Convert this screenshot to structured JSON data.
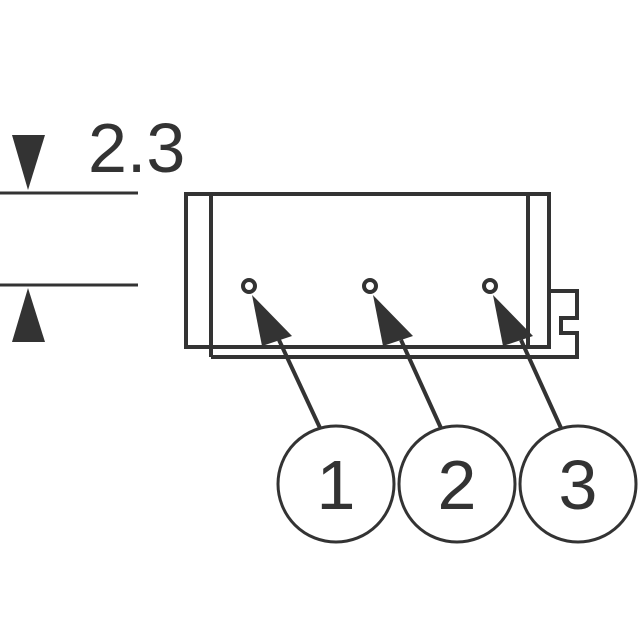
{
  "dimension": {
    "value": "2.3"
  },
  "pins": [
    {
      "label": "1"
    },
    {
      "label": "2"
    },
    {
      "label": "3"
    }
  ],
  "colors": {
    "line": "#333333"
  }
}
